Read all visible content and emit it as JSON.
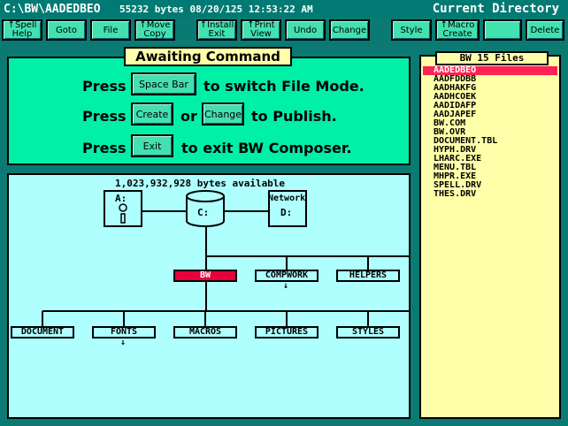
{
  "titlebar": {
    "path": "C:\\BW\\AADEDBEO",
    "bytes": "55232 bytes",
    "date": "08/20/125",
    "time": "12:53:22 AM",
    "right_title": "Current Directory"
  },
  "fkeys": [
    {
      "l1": "↑Spell",
      "l2": "Help"
    },
    {
      "l1": "Goto",
      "l2": ""
    },
    {
      "l1": "File",
      "l2": ""
    },
    {
      "l1": "↑Move",
      "l2": "Copy"
    },
    {
      "l1": "↑Install",
      "l2": "Exit"
    },
    {
      "l1": "↑Print",
      "l2": "View"
    },
    {
      "l1": "Undo",
      "l2": ""
    },
    {
      "l1": "Change",
      "l2": ""
    },
    {
      "l1": "Style",
      "l2": ""
    },
    {
      "l1": "↑Macro",
      "l2": "Create"
    },
    {
      "l1": "",
      "l2": ""
    },
    {
      "l1": "Delete",
      "l2": ""
    }
  ],
  "command": {
    "title": "Awaiting Command",
    "press1": "Press",
    "space_btn": "Space Bar",
    "text1": "to switch File Mode.",
    "press2": "Press",
    "create_btn": "Create",
    "or": "or",
    "change_btn": "Change",
    "text2": "to Publish.",
    "press3": "Press",
    "exit_btn": "Exit",
    "text3": "to exit BW Composer."
  },
  "tree": {
    "available": "1,023,932,928 bytes available",
    "drive_a": "A:",
    "drive_c": "C:",
    "network": "Network",
    "drive_d": "D:",
    "nodes": {
      "bw": "BW",
      "compwork": "COMPWORK",
      "helpers": "HELPERS",
      "document": "DOCUMENT",
      "fonts": "FONTS",
      "macros": "MACROS",
      "pictures": "PICTURES",
      "styles": "STYLES"
    },
    "arrow": "↓"
  },
  "files": {
    "title": "BW 15 Files",
    "items": [
      "AADEDBEO",
      "AADFDDBB",
      "AADHAKFG",
      "AADHCOEK",
      "AADIDAFP",
      "AADJAPEF",
      "BW.COM",
      "BW.OVR",
      "DOCUMENT.TBL",
      "HYPH.DRV",
      "LHARC.EXE",
      "MENU.TBL",
      "MHPR.EXE",
      "SPELL.DRV",
      "THES.DRV"
    ],
    "selected_index": 0
  },
  "colors": {
    "teal": "#007a72",
    "mint": "#00f0a8",
    "light_cyan": "#b0ffff",
    "yellow": "#ffffaa",
    "highlight": "#e8003c"
  }
}
